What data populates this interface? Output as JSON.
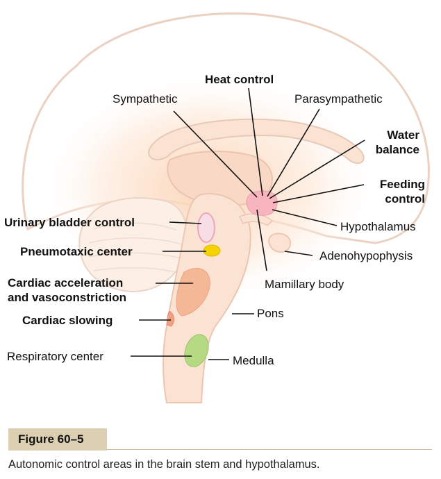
{
  "labels": {
    "heat_control": "Heat control",
    "sympathetic": "Sympathetic",
    "parasympathetic": "Parasympathetic",
    "water_balance_1": "Water",
    "water_balance_2": "balance",
    "feeding_control_1": "Feeding",
    "feeding_control_2": "control",
    "hypothalamus": "Hypothalamus",
    "adenohypophysis": "Adenohypophysis",
    "mamillary_body": "Mamillary body",
    "urinary_bladder": "Urinary bladder control",
    "pneumotaxic": "Pneumotaxic center",
    "cardiac_accel_1": "Cardiac acceleration",
    "cardiac_accel_2": "and vasoconstriction",
    "cardiac_slowing": "Cardiac slowing",
    "pons": "Pons",
    "respiratory": "Respiratory center",
    "medulla": "Medulla"
  },
  "figure": {
    "tag": "Figure 60–5",
    "caption": "Autonomic control areas in the brain stem and hypothalamus."
  },
  "colors": {
    "brain_fill": "#fbe3d3",
    "brain_outline": "#e8c8b6",
    "glow": "#fcd9bd",
    "hypothalamus": "#f8b5bf",
    "pneumotaxic": "#f5d200",
    "cardiac": "#f5b896",
    "respiratory": "#b6d983",
    "bladder": "#f9dde6",
    "tag_bg": "#dccfb2"
  }
}
